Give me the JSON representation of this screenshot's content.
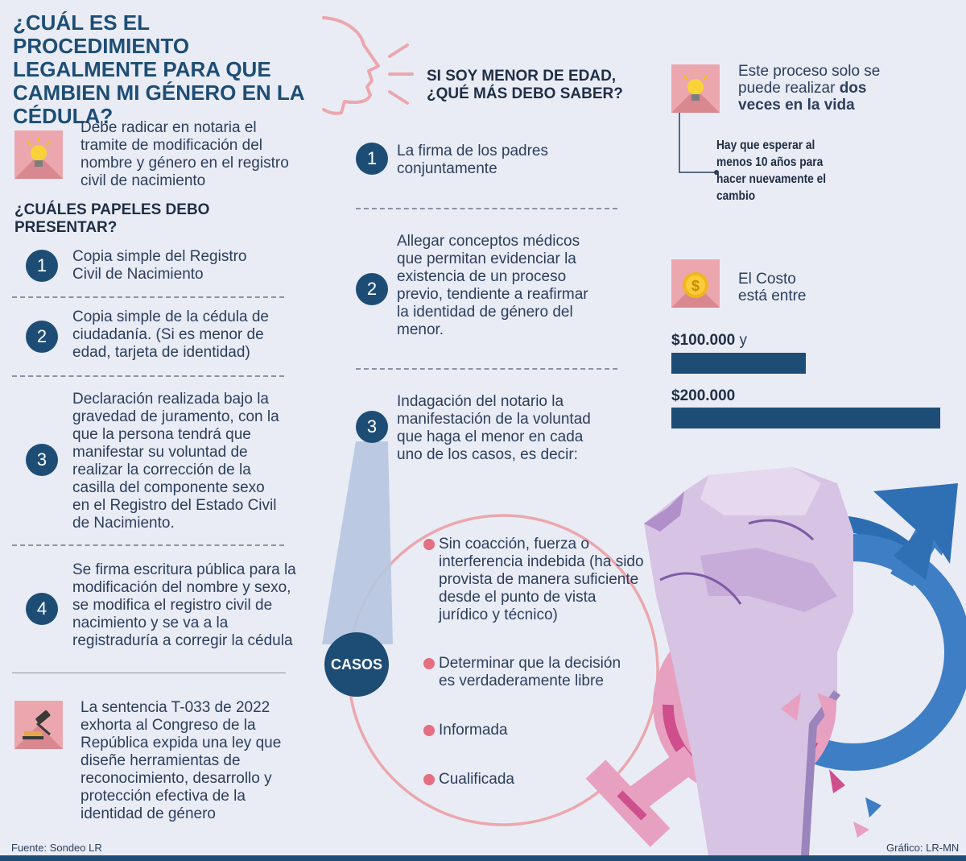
{
  "title": "¿CUÁL ES EL PROCEDIMIENTO LEGALMENTE PARA QUE CAMBIEN MI GÉNERO EN LA CÉDULA?",
  "intro": "Debe radicar en notaria el tramite de modificación del nombre y género en el registro civil de nacimiento",
  "papers": {
    "heading": "¿CUÁLES PAPELES DEBO PRESENTAR?",
    "items": [
      {
        "num": "1",
        "text": "Copia simple del Registro Civil de Nacimiento"
      },
      {
        "num": "2",
        "text": "Copia simple de la cédula de ciudadanía. (Si es menor de edad, tarjeta de identidad)"
      },
      {
        "num": "3",
        "text": "Declaración realizada bajo la gravedad de juramento, con la que la persona tendrá que manifestar su voluntad de realizar la corrección de la casilla del componente sexo en el Registro del Estado Civil de Nacimiento."
      },
      {
        "num": "4",
        "text": "Se firma escritura pública para la modificación del nombre y sexo, se modifica  el registro civil de nacimiento y se va a la registraduría a corregir la cédula"
      }
    ]
  },
  "sentence": "La sentencia T-033 de 2022 exhorta al Congreso de la República expida una ley que diseñe herramientas de reconocimiento, desarrollo y protección efectiva de la identidad de género",
  "minor": {
    "heading": "SI SOY MENOR DE EDAD, ¿QUÉ MÁS DEBO SABER?",
    "items": [
      {
        "num": "1",
        "text": "La firma de los padres conjuntamente"
      },
      {
        "num": "2",
        "text": "Allegar conceptos médicos que permitan evidenciar la existencia de un proceso previo, tendiente a reafirmar la identidad de género del menor."
      },
      {
        "num": "3",
        "text": "Indagación del notario la manifestación de la voluntad que haga el menor en cada uno de los casos, es decir:"
      }
    ]
  },
  "cases": {
    "label": "CASOS",
    "items": [
      "Sin coacción, fuerza o interferencia indebida (ha sido provista de manera suficiente desde el punto de vista jurídico y técnico)",
      "Determinar que la decisión es verdaderamente libre",
      "Informada",
      "Cualificada"
    ]
  },
  "limit": {
    "text_plain": "Este proceso solo se puede realizar ",
    "text_bold": "dos veces en la vida",
    "note": "Hay que esperar al menos 10 años para hacer nuevamente el cambio"
  },
  "cost": {
    "label": "El Costo está entre",
    "low": "$100.000",
    "connector": " y",
    "high": "$200.000",
    "low_value": 100000,
    "high_value": 200000
  },
  "footer": {
    "source": "Fuente: Sondeo LR",
    "credit": "Gráfico: LR-MN"
  },
  "colors": {
    "navy": "#1d4d75",
    "pink": "#eba7ad",
    "background": "#e9ecf5"
  },
  "icons": [
    "lightbulb-icon",
    "gavel-icon",
    "coin-icon",
    "face-profile-icon",
    "fist-icon",
    "female-symbol-icon",
    "male-symbol-icon"
  ]
}
